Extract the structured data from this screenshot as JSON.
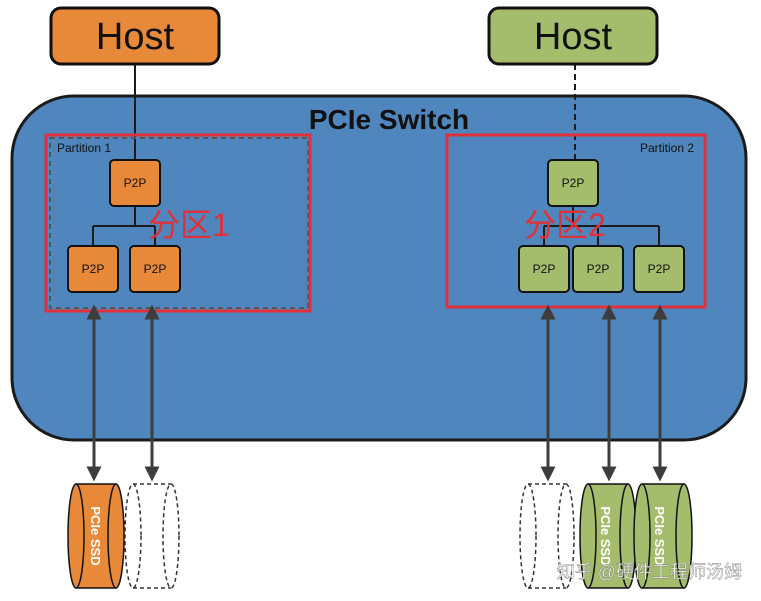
{
  "switch": {
    "title": "PCIe Switch",
    "fill": "#4f86bd",
    "stroke": "#1b1b1b"
  },
  "hosts": [
    {
      "label": "Host",
      "fill": "#e8893a"
    },
    {
      "label": "Host",
      "fill": "#a3bd6c"
    }
  ],
  "partitions": [
    {
      "label": "Partition 1",
      "region_label": "分区1",
      "border_color": "#e0303a"
    },
    {
      "label": "Partition 2",
      "region_label": "分区2",
      "border_color": "#e0303a"
    }
  ],
  "p2p_label": "P2P",
  "ssd": {
    "label": "PCIe SSD"
  },
  "colors": {
    "orange": "#e8893a",
    "green": "#a3bd6c",
    "arrow": "#3d3d3d",
    "red": "#e0303a"
  },
  "watermark": "知乎 @硬件工程师汤姆"
}
